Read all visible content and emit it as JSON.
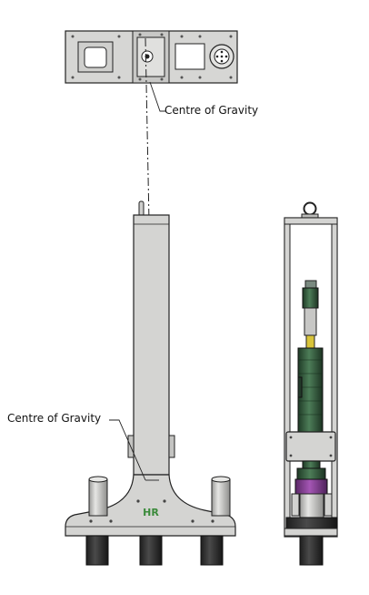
{
  "labels": {
    "cog_top": "Centre of Gravity",
    "cog_front": "Centre of Gravity"
  },
  "logo_text": "HR",
  "colors": {
    "metal": "#d4d4d2",
    "outline": "#222222",
    "motor_green": "#3d6b4a",
    "motor_purple": "#8a3f9a",
    "accent_yellow": "#d8c43a",
    "logo_green": "#3a8a3a"
  }
}
